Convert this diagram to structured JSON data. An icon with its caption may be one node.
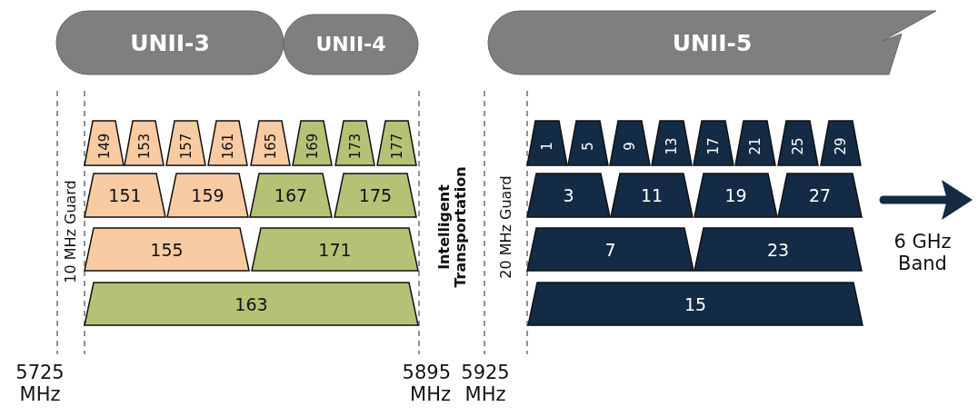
{
  "diagram": {
    "nodes": [
      {
        "text": [
          "UNII-3"
        ]
      },
      {
        "text": [
          "UNII-4"
        ]
      },
      {
        "text": [
          "UNII-5"
        ]
      },
      {
        "text": [
          "149"
        ]
      },
      {
        "text": [
          "153"
        ]
      },
      {
        "text": [
          "157"
        ]
      },
      {
        "text": [
          "161"
        ]
      },
      {
        "text": [
          "165"
        ]
      },
      {
        "text": [
          "169"
        ]
      },
      {
        "text": [
          "173"
        ]
      },
      {
        "text": [
          "177"
        ]
      },
      {
        "text": [
          "151"
        ]
      },
      {
        "text": [
          "159"
        ]
      },
      {
        "text": [
          "167"
        ]
      },
      {
        "text": [
          "175"
        ]
      },
      {
        "text": [
          "155"
        ]
      },
      {
        "text": [
          "171"
        ]
      },
      {
        "text": [
          "163"
        ]
      },
      {
        "text": [
          "1"
        ]
      },
      {
        "text": [
          "5"
        ]
      },
      {
        "text": [
          "9"
        ]
      },
      {
        "text": [
          "13"
        ]
      },
      {
        "text": [
          "17"
        ]
      },
      {
        "text": [
          "21"
        ]
      },
      {
        "text": [
          "25"
        ]
      },
      {
        "text": [
          "29"
        ]
      },
      {
        "text": [
          "3"
        ]
      },
      {
        "text": [
          "11"
        ]
      },
      {
        "text": [
          "19"
        ]
      },
      {
        "text": [
          "27"
        ]
      },
      {
        "text": [
          "7"
        ]
      },
      {
        "text": [
          "23"
        ]
      },
      {
        "text": [
          "15"
        ]
      }
    ],
    "labels": [
      "10 MHz Guard",
      "Intelligent Transportation",
      "20 MHz Guard",
      "6 GHz Band",
      "5725 MHz",
      "5895 MHz",
      "5925 MHz"
    ]
  }
}
